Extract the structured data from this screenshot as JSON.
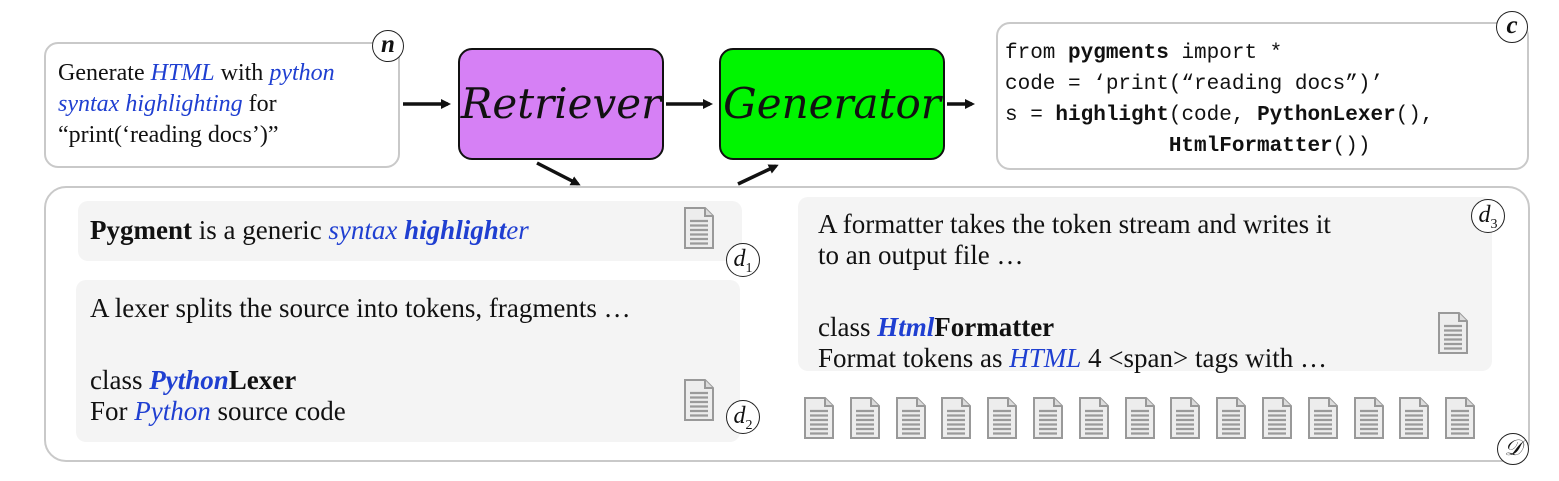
{
  "query": {
    "line1_a": "Generate ",
    "line1_b": "HTML",
    "line1_c": " with ",
    "line1_d": "python",
    "line2_a": "syntax highlighting",
    "line2_b": " for",
    "line3": "“print(‘reading docs’)”",
    "label": "n"
  },
  "modules": {
    "retriever": "Retriever",
    "generator": "Generator"
  },
  "code": {
    "label": "c",
    "l1_a": "from ",
    "l1_b": "pygments",
    "l1_c": " import *",
    "l2": "code = ‘print(“reading docs”)’",
    "l3_a": "s = ",
    "l3_b": "highlight",
    "l3_c": "(code, ",
    "l3_d": "PythonLexer",
    "l3_e": "(),",
    "l4_pad": "             ",
    "l4_a": "HtmlFormatter",
    "l4_b": "())"
  },
  "docs": {
    "d1": {
      "a": "Pygment",
      "b": " is a generic ",
      "c": "syntax ",
      "d": "highlight",
      "e": "er",
      "label_main": "d",
      "label_sub": "1"
    },
    "d2": {
      "line1": "A lexer splits the source into tokens, fragments …",
      "l2_a": "class ",
      "l2_b": "Python",
      "l2_c": "Lexer",
      "l3_a": "For ",
      "l3_b": "Python",
      "l3_c": " source code",
      "label_main": "d",
      "label_sub": "2"
    },
    "d3": {
      "line1": "A formatter takes the token stream and writes it",
      "line2": "to an output file …",
      "l3_a": "class ",
      "l3_b": "Html",
      "l3_c": "Formatter",
      "l4_a": "Format tokens as ",
      "l4_b": "HTML",
      "l4_c": " 4 <span> tags with …",
      "label_main": "d",
      "label_sub": "3"
    }
  },
  "corpus": {
    "label": "𝒟",
    "icon_count": 15
  },
  "colors": {
    "retriever": "#d680f5",
    "generator": "#00f500",
    "highlight_blue": "#1f3fd1",
    "card": "#f4f4f4",
    "border": "#c9c9c9"
  }
}
